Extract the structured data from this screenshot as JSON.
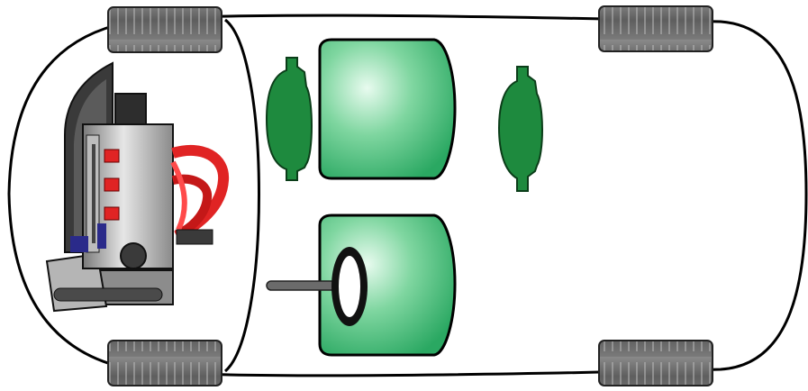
{
  "diagram": {
    "subject": "car top view",
    "colors": {
      "body_outline": "#000000",
      "body_fill": "#ffffff",
      "tire_fill": "#6e6e6e",
      "tire_tread": "#9a9a9a",
      "seat_fill": "#2fb36a",
      "seat_highlight": "#d8f7e2",
      "pad_fill": "#1e8a3e",
      "engine_gray": "#a6a6a6",
      "engine_dark": "#3a3a3a",
      "manifold_red": "#e02424",
      "steering_shaft": "#6b6b6b"
    },
    "components": [
      {
        "id": "car-body",
        "icon": "car-body-outline"
      },
      {
        "id": "tire-front-left",
        "icon": "tire-icon"
      },
      {
        "id": "tire-front-right",
        "icon": "tire-icon"
      },
      {
        "id": "tire-rear-left",
        "icon": "tire-icon"
      },
      {
        "id": "tire-rear-right",
        "icon": "tire-icon"
      },
      {
        "id": "engine",
        "icon": "engine-icon"
      },
      {
        "id": "front-seat-top",
        "icon": "seat-icon"
      },
      {
        "id": "front-seat-bottom",
        "icon": "seat-icon"
      },
      {
        "id": "rear-brake-pad",
        "icon": "brake-pad-icon"
      },
      {
        "id": "front-brake-pad",
        "icon": "brake-pad-icon"
      },
      {
        "id": "steering-wheel",
        "icon": "steering-wheel-icon"
      },
      {
        "id": "steering-shaft",
        "icon": "steering-shaft-icon"
      }
    ]
  }
}
